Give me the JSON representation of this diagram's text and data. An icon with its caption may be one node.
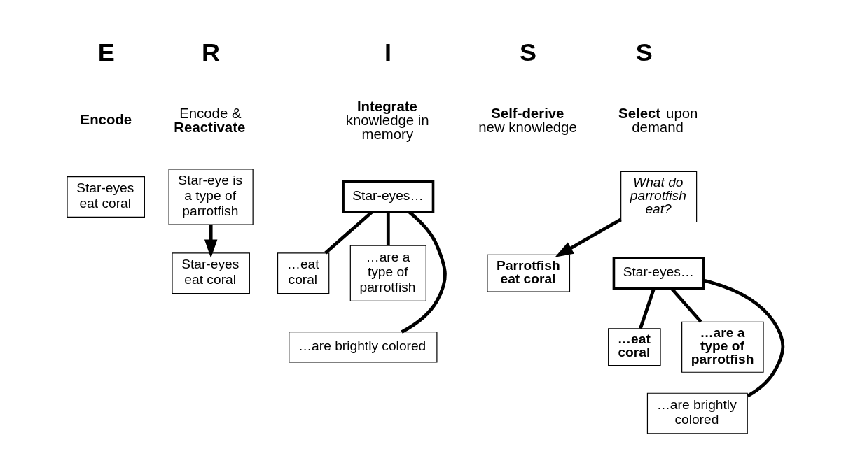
{
  "diagram": {
    "nodes": [
      {
        "text": [
          "Star-eyes eat coral"
        ]
      },
      {
        "text": [
          "Star-eye is a type of parrotfish"
        ]
      },
      {
        "text": [
          "Star-eyes eat coral"
        ]
      },
      {
        "text": [
          "Star-eyes…"
        ]
      },
      {
        "text": [
          "…eat coral"
        ]
      },
      {
        "text": [
          "…are a type of parrotfish"
        ]
      },
      {
        "text": [
          "…are brightly colored"
        ]
      },
      {
        "text": [
          "What do parrotfish eat?"
        ]
      },
      {
        "text": [
          "Star-eyes…"
        ]
      },
      {
        "text": [
          "…eat coral"
        ]
      },
      {
        "text": [
          "…are a type of parrotfish"
        ]
      },
      {
        "text": [
          "…are brightly colored"
        ]
      },
      {
        "text": [
          "Parrotfish eat coral"
        ]
      }
    ],
    "edges": [
      {
        "from": 1,
        "to": 2,
        "arrow": "to"
      },
      {
        "from": 3,
        "to": 4,
        "arrow": "none"
      },
      {
        "from": 3,
        "to": 5,
        "arrow": "none"
      },
      {
        "from": 3,
        "to": 6,
        "arrow": "none"
      },
      {
        "from": 7,
        "to": 12,
        "arrow": "to"
      },
      {
        "from": 8,
        "to": 9,
        "arrow": "none"
      },
      {
        "from": 8,
        "to": 10,
        "arrow": "none"
      },
      {
        "from": 8,
        "to": 11,
        "arrow": "none"
      }
    ],
    "labels": [
      "E",
      "R",
      "I",
      "S",
      "S",
      "**Encode**",
      "Encode & **Reactivate**",
      "**Integrate** knowledge in memory",
      "**Select** upon demand",
      "**Self-derive** new knowledge"
    ]
  }
}
